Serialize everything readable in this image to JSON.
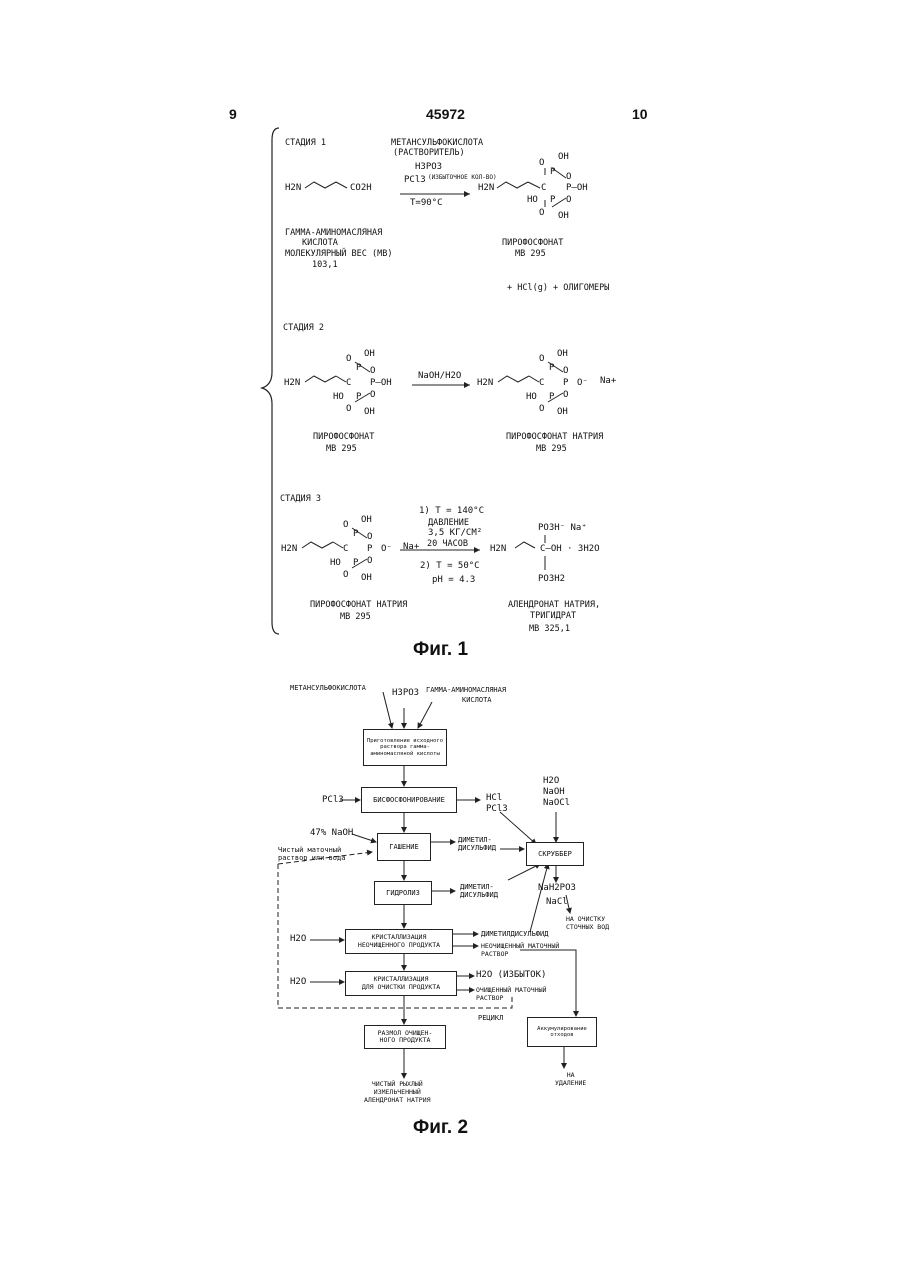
{
  "header": {
    "page_left": "9",
    "doc_number": "45972",
    "page_right": "10"
  },
  "fig1": {
    "stage1": {
      "label": "СТАДИЯ 1",
      "reagent_line1": "МЕТАНСУЛЬФОКИСЛОТА",
      "reagent_line2": "(РАСТВОРИТЕЛЬ)",
      "reagent_h3po3": "H3PO3",
      "reagent_pcl3": "PCl3",
      "reagent_note": "(ИЗБЫТОЧНОЕ КОЛ-ВО)",
      "temp": "T=90°C",
      "reactant_formula": "H2N",
      "reactant_tail": "CO2H",
      "reactant_name1": "ГАММА-АМИНОМАСЛЯНАЯ",
      "reactant_name2": "КИСЛОТА",
      "reactant_name3": "МОЛЕКУЛЯРНЫЙ ВЕС (МВ)",
      "reactant_name4": "103,1",
      "product_name": "ПИРОФОСФОНАТ",
      "product_mw": "МВ 295",
      "byproducts": "+ HCl(g) + ОЛИГОМЕРЫ"
    },
    "stage2": {
      "label": "СТАДИЯ 2",
      "reagent": "NaOH/H2O",
      "left_name": "ПИРОФОСФОНАТ",
      "left_mw": "МВ 295",
      "right_name": "ПИРОФОСФОНАТ НАТРИЯ",
      "right_mw": "МВ 295"
    },
    "stage3": {
      "label": "СТАДИЯ 3",
      "cond1": "1) T = 140°C",
      "cond2": "ДАВЛЕНИЕ",
      "cond3": "3,5 КГ/СМ²",
      "cond4": "20 ЧАСОВ",
      "cond5": "2) T = 50°C",
      "cond6": "pH = 4.3",
      "left_name": "ПИРОФОСФОНАТ НАТРИЯ",
      "left_mw": "МВ 295",
      "right_name1": "АЛЕНДРОНАТ НАТРИЯ,",
      "right_name2": "ТРИГИДРАТ",
      "right_mw": "МВ 325,1"
    },
    "atoms": {
      "oh": "OH",
      "ho": "HO",
      "o": "O",
      "p": "P",
      "c": "C",
      "na": "Na+",
      "ominus": "O⁻",
      "h2n": "H2N",
      "poh": "P—OH",
      "po3h_na": "PO3H⁻ Na⁺",
      "c_oh": "C—OH · 3H2O",
      "po3h2": "PO3H2"
    },
    "caption": "Фиг. 1"
  },
  "fig2": {
    "inputs": {
      "msa": "МЕТАНСУЛЬФОКИСЛОТА",
      "h3po3": "H3PO3",
      "gaba1": "ГАММА-АМИНОМАСЛЯНАЯ",
      "gaba2": "КИСЛОТА"
    },
    "box_prep": "Приготовление исходного раствора гамма-аминомасляной кислоты",
    "pcl3": "PCl3",
    "box_bisphos": "БИСФОСФОНИРОВАНИЕ",
    "out_hcl": "HCl",
    "out_pcl3": "PCl3",
    "scrub_in1": "H2O",
    "scrub_in2": "NaOH",
    "scrub_in3": "NaOCl",
    "naoh47": "47% NaOH",
    "box_quench": "ГАШЕНИЕ",
    "dimethyl1": "ДИМЕТИЛ-",
    "dimethyl1b": "ДИСУЛЬФИД",
    "box_scrubber": "СКРУББЕР",
    "clean_liquor1": "Чистый маточный",
    "clean_liquor2": "раствор или вода",
    "box_hydrolysis": "ГИДРОЛИЗ",
    "dimethyl2": "ДИМЕТИЛ-",
    "dimethyl2b": "ДИСУЛЬФИД",
    "scrub_out1": "NaH2PO3",
    "scrub_out2": "NaCl",
    "waste_water1": "НА ОЧИСТКУ",
    "waste_water2": "СТОЧНЫХ ВОД",
    "h2o_a": "H2O",
    "box_cryst1_1": "КРИСТАЛЛИЗАЦИЯ",
    "box_cryst1_2": "НЕОЧИЩЕННОГО ПРОДУКТА",
    "dimethyl3": "ДИМЕТИЛДИСУЛЬФИД",
    "crude_liquor1": "НЕОЧИЩЕННЫЙ МАТОЧНЫЙ",
    "crude_liquor2": "РАСТВОР",
    "h2o_b": "H2O",
    "box_cryst2_1": "КРИСТАЛЛИЗАЦИЯ",
    "box_cryst2_2": "ДЛЯ ОЧИСТКИ ПРОДУКТА",
    "h2o_excess": "H2O (ИЗБЫТОК)",
    "pure_liquor1": "ОЧИЩЕННЫЙ МАТОЧНЫЙ",
    "pure_liquor2": "РАСТВОР",
    "recycle": "РЕЦИКЛ",
    "box_grind1": "РАЗМОЛ ОЧИЩЕН-",
    "box_grind2": "НОГО ПРОДУКТА",
    "box_waste": "Аккумулирование отходов",
    "to_disposal1": "НА",
    "to_disposal2": "УДАЛЕНИЕ",
    "final1": "ЧИСТЫЙ РЫХЛЫЙ",
    "final2": "ИЗМЕЛЬЧЕННЫЙ",
    "final3": "АЛЕНДРОНАТ НАТРИЯ",
    "caption": "Фиг. 2"
  }
}
